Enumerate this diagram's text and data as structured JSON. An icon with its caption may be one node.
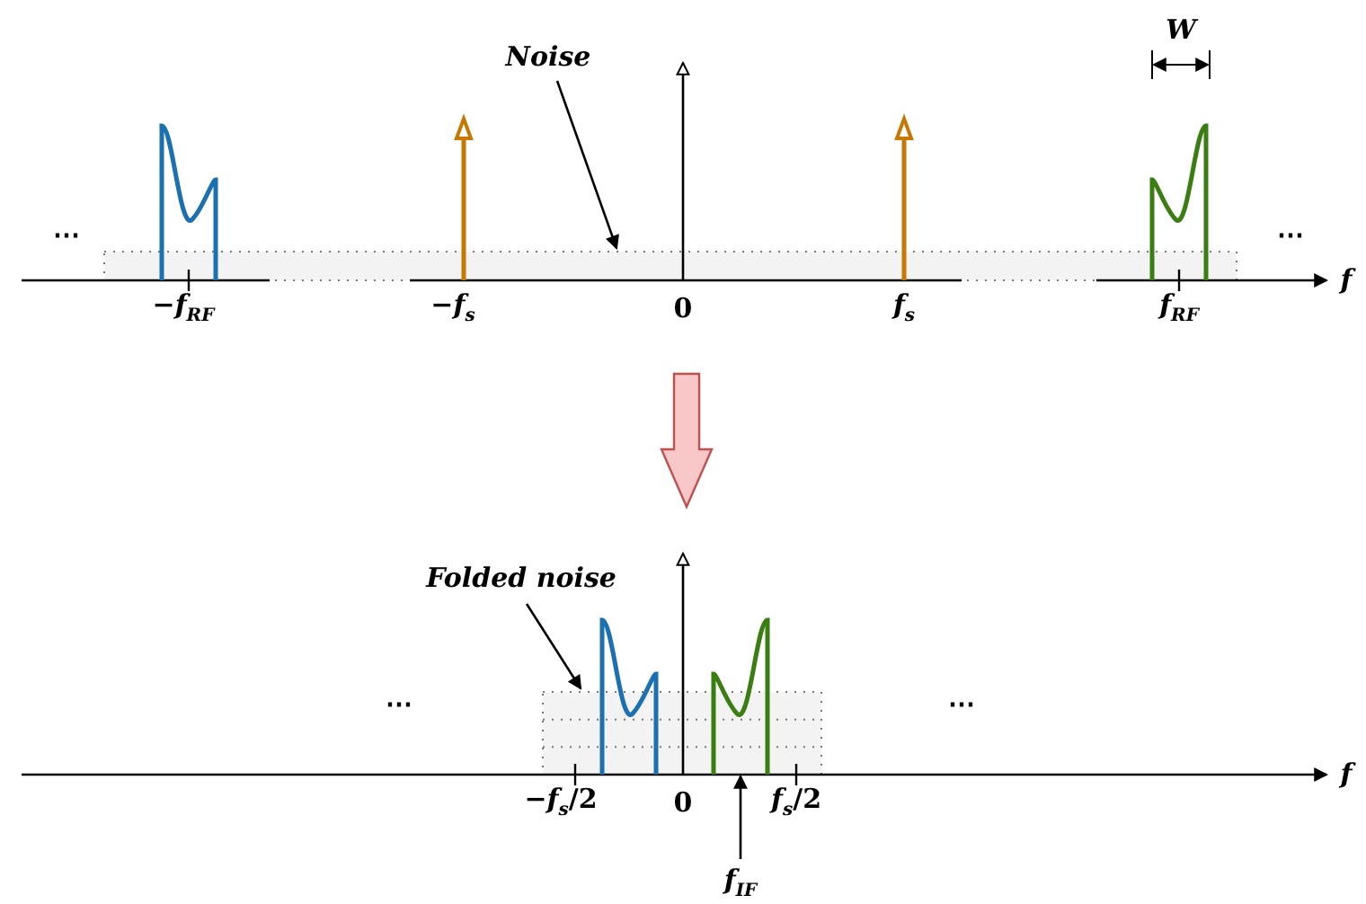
{
  "diagram": {
    "nodes": [
      {
        "text": [
          "Noise"
        ]
      },
      {
        "text": [],
        "shape": "box"
      },
      {
        "text": [
          "Folded noise"
        ]
      },
      {
        "text": [],
        "shape": "box"
      },
      {
        "text": [
          "*f*$_{IF}$"
        ]
      }
    ],
    "edges": [
      {
        "from": 0,
        "to": 1,
        "arrow": "to"
      },
      {
        "from": 2,
        "to": 3,
        "arrow": "to"
      },
      {
        "from": 4,
        "to": 3,
        "arrow": "to"
      }
    ],
    "labels": [
      "⋯",
      "W",
      "⋯",
      "f",
      "−*f*$_{RF}$",
      "−*f*$_{s}$",
      "0",
      "*f*$_{s}$",
      "*f*$_{RF}$",
      "⋯",
      "⋯",
      "f",
      "−*f*$_{s}$/2",
      "0",
      "*f*$_{s}$/2"
    ]
  }
}
